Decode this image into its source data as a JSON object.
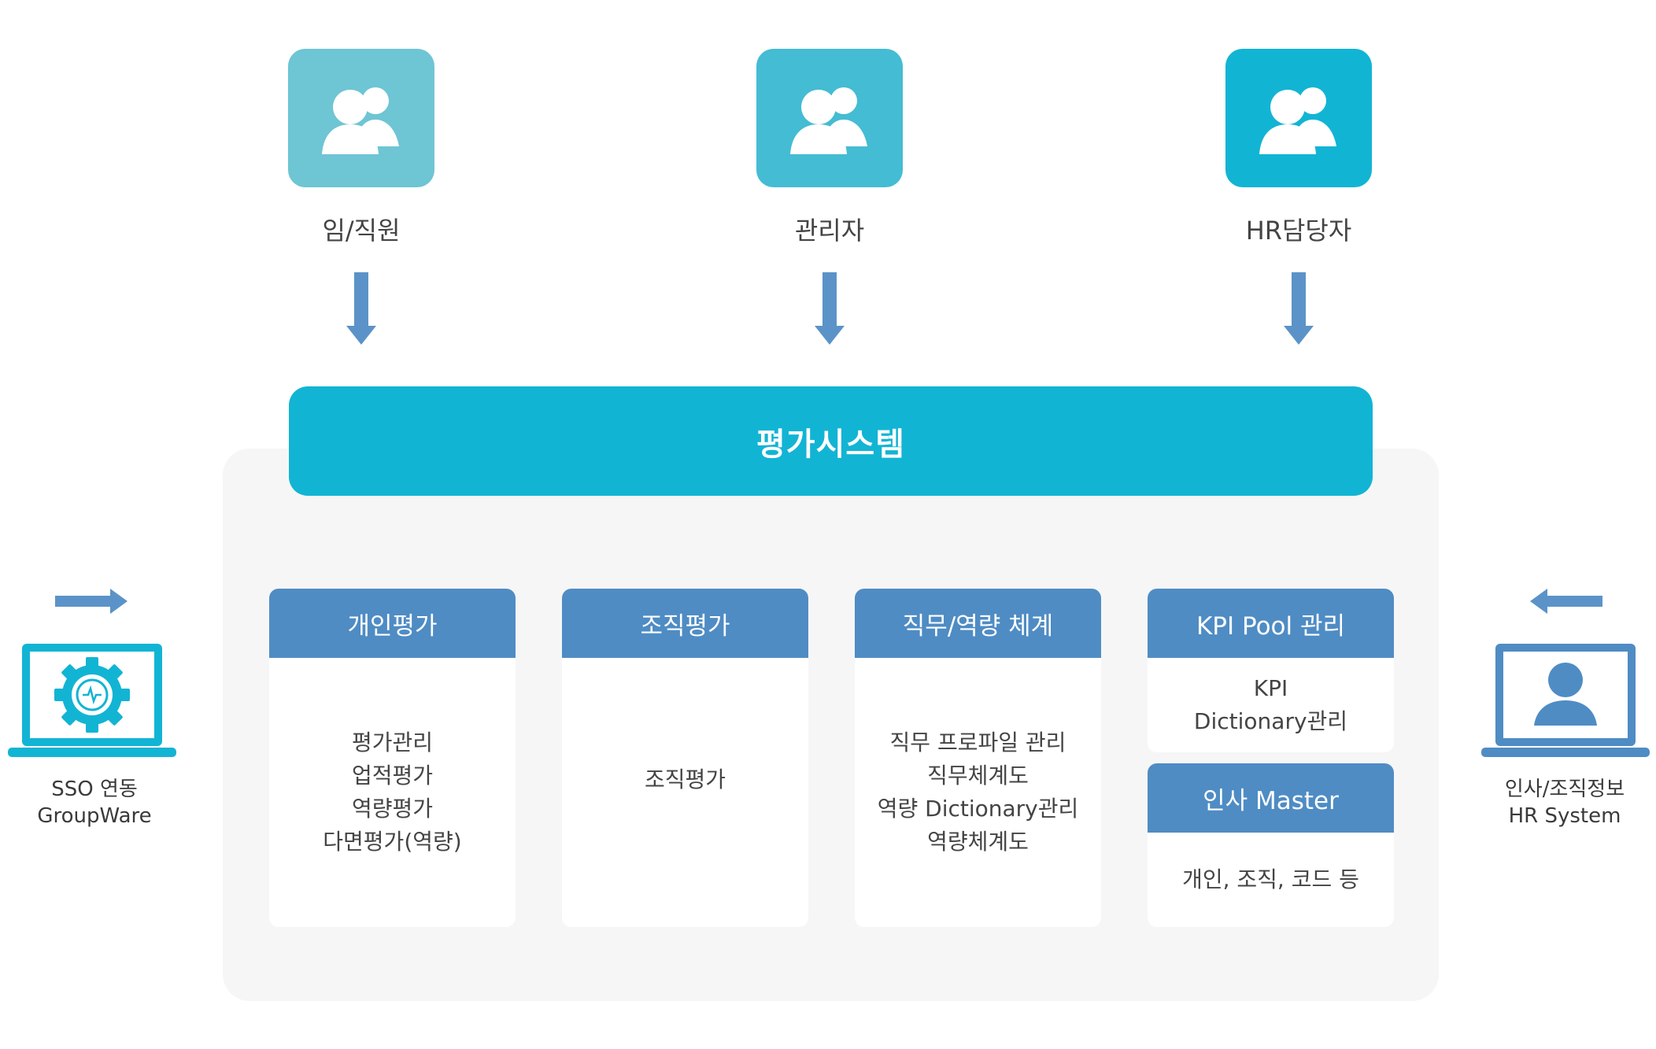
{
  "roles": [
    {
      "label": "임/직원",
      "color": "#6ec5d4",
      "icon": "users-icon"
    },
    {
      "label": "관리자",
      "color": "#44bcd3",
      "icon": "users-icon"
    },
    {
      "label": "HR담당자",
      "color": "#12b4d4",
      "icon": "users-icon"
    }
  ],
  "system": {
    "title": "평가시스템",
    "color": "#12b4d4"
  },
  "modules": [
    {
      "title": "개인평가",
      "items": [
        "평가관리",
        "업적평가",
        "역량평가",
        "다면평가(역량)"
      ]
    },
    {
      "title": "조직평가",
      "items": [
        "조직평가"
      ]
    },
    {
      "title": "직무/역량 체계",
      "items": [
        "직무 프로파일 관리",
        "직무체계도",
        "역량 Dictionary관리",
        "역량체계도"
      ]
    },
    {
      "title": "KPI Pool 관리",
      "items": [
        "KPI",
        "Dictionary관리"
      ]
    },
    {
      "title": "인사 Master",
      "items": [
        "개인, 조직, 코드 등"
      ]
    }
  ],
  "left_system": {
    "line1": "SSO 연동",
    "line2": "GroupWare",
    "icon": "gear-monitor-icon"
  },
  "right_system": {
    "line1": "인사/조직정보",
    "line2": "HR System",
    "icon": "user-monitor-icon"
  },
  "colors": {
    "card_header": "#4f8cc4",
    "arrow": "#5b93c8",
    "panel_bg": "#f6f6f6"
  }
}
